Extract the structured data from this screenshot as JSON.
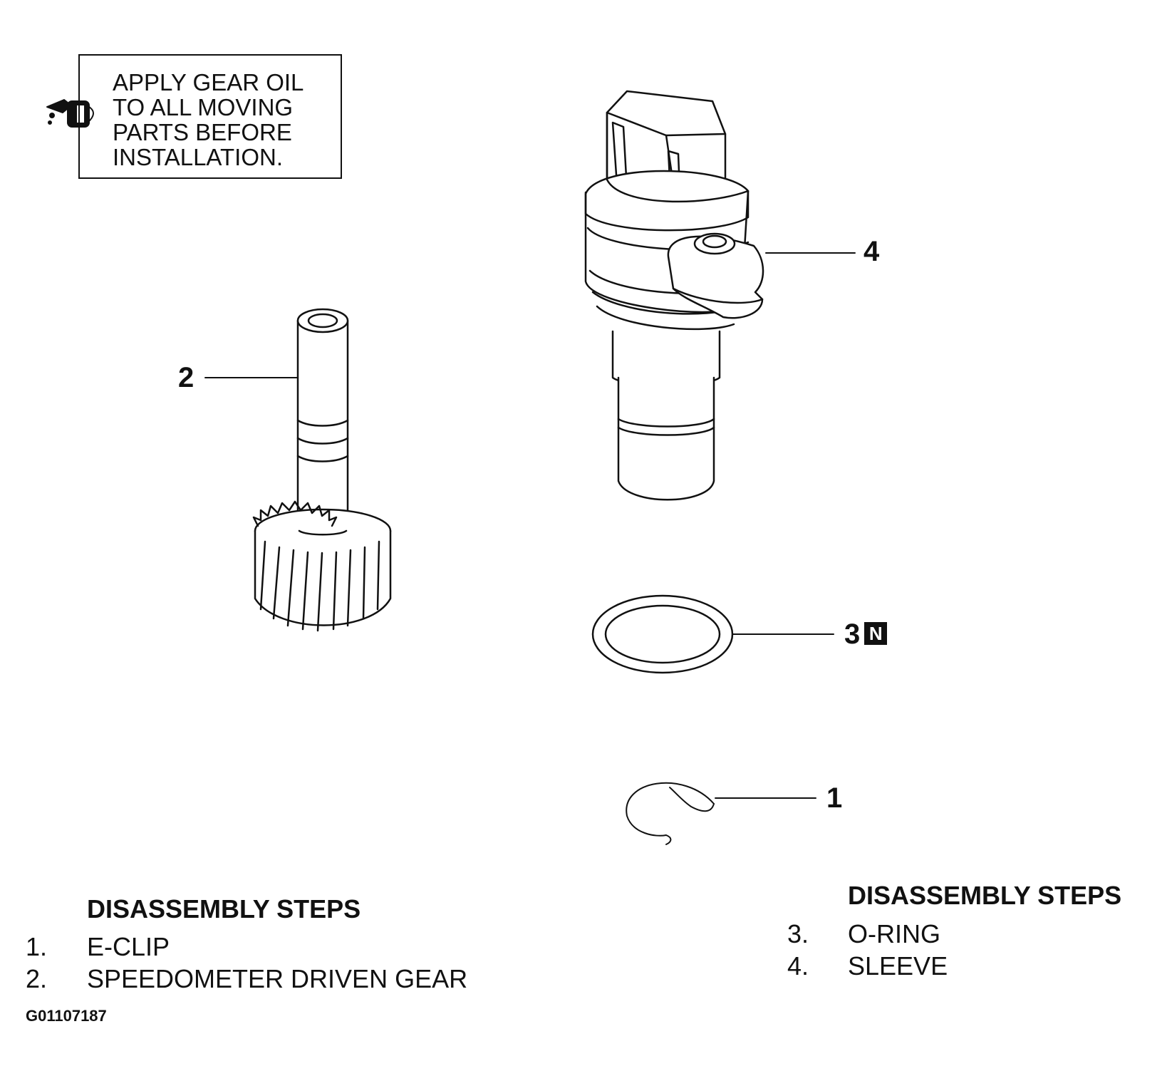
{
  "note": {
    "lines": [
      "APPLY GEAR OIL",
      "TO ALL MOVING",
      "PARTS BEFORE",
      "INSTALLATION."
    ],
    "icon": "oil-can-icon"
  },
  "callouts": {
    "c1": "1",
    "c2": "2",
    "c3": "3",
    "c3_badge": "N",
    "c4": "4"
  },
  "steps_left": {
    "heading": "DISASSEMBLY STEPS",
    "items": [
      {
        "num": "1.",
        "label": "E-CLIP"
      },
      {
        "num": "2.",
        "label": "SPEEDOMETER DRIVEN GEAR"
      }
    ]
  },
  "steps_right": {
    "heading": "DISASSEMBLY STEPS",
    "items": [
      {
        "num": "3.",
        "label": "O-RING"
      },
      {
        "num": "4.",
        "label": "SLEEVE"
      }
    ]
  },
  "figure_id": "G01107187"
}
